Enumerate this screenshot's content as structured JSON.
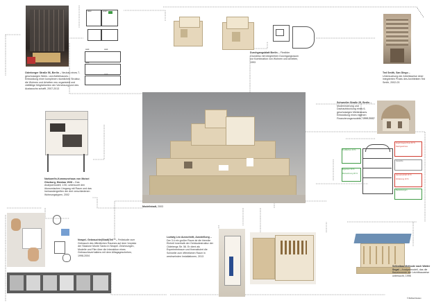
{
  "captions": {
    "oderberger": {
      "title": "Oderberger Straße 56, Berlin –",
      "body": "Neubau eines 7-geschossigen Wohn- und Ateliehauses. Entwicklung einer komplexen räumlichen Struktur, die Wohnen und Arbeiten neu organisiert und vielfältige Möglichkeiten der Vernetzung und des Austauschs schafft, 2007-2013"
    },
    "durchgang": {
      "title": "Durchgangsblatt Berlin –",
      "body": "Flexibler Grundriss mit integriertem Durchgangsraum zur Kombination von Wohnen und Arbeiten, 1993"
    },
    "tedsmith": {
      "title": "Ted Smith, San Diego –",
      "body": "Untersuchung der Arbeitsweise einer integrierten Praxis des Architekten Ted Smith, 2002-03"
    },
    "schwedler": {
      "title": "Schwedler Straße 25, Berlin –",
      "body": "Modernisierung und Dachaufstockung eines 6-geschossigen Mietshauses. Entwicklung eines eigenen Finanzierungsmodells, 1999-2002"
    },
    "narkomfin": {
      "title": "Narkomfin-Kommunehaus von Moisei Ginzburg, Moskau 1928 –",
      "body": "Das Analysemodell, 1:50, untersucht den ökonomischen Umgang mit Raum und das Ineinandergreifen der drei verschiedenen Wohnungstypen, 2002"
    },
    "modelstadt": {
      "title": "Modellstadt,",
      "body": "2003"
    },
    "neapel": {
      "title": "Neapel- Gebrauchte(Stadt)Teil™–",
      "body": "Feldstudie zum Gebrauch des öffentlichen Raumes auf dem Vorplatz der Stazione Monte Santo in Neapel. Zeichnungen, Modelle und Film über die Interaktion eines Gebrauchsverhaltens mit dem Alltagsgeschehen, 1998-2004"
    },
    "ludwig": {
      "title": "Ludwig Leo Ausschnitt, Ausstellung –",
      "body": "Der 3:4 ein großer Raum ist die hierrdie Einheit innerhalb der Gebäudestruktur der Oldebergs Str. 56. Er dient als Experimentraum und thematisiert die Schwelle zum öffentlichen Raum in wechselnden Installationen, 2013"
    },
    "selfordsau": {
      "title": "Selbstbau Methode nach Walter Segal –",
      "body": "Analysemodell, das die Bauelemente der Leichtbauweise untersucht, 1996"
    }
  },
  "diagram": {
    "labels": [
      "Ergebnisgeschoss 40 %",
      "Dachgeschoss",
      "Gewerbe",
      "Gemeinschaft 20 %",
      "Förderung 10 %",
      "Bauleistungen",
      "Freiflächen 40 %",
      "Eigentum 30 %",
      "Mietwohnung 30 %"
    ],
    "colors": {
      "red": "#d23b2f",
      "green": "#3e9a44",
      "grey": "#8a8a8a"
    }
  },
  "floorplan": {
    "labels": [
      "oben",
      "unten",
      "work",
      "work",
      "work",
      "work"
    ]
  },
  "copyright": "© BARarchitekten"
}
